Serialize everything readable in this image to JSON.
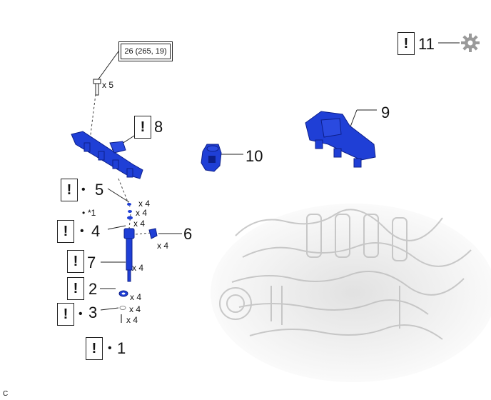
{
  "warning_symbol": "!",
  "torque_spec": "26 (265, 19)",
  "callouts": {
    "c1": "1",
    "c2": "2",
    "c3": "3",
    "c4": "4",
    "c5": "5",
    "c6": "6",
    "c7": "7",
    "c8": "8",
    "c9": "9",
    "c10": "10",
    "c11": "11"
  },
  "quantities": {
    "bolt": "x 5",
    "q5": "x 4",
    "q_star1": "x 4",
    "q4": "x 4",
    "q6": "x 4",
    "q7": "x 4",
    "q2": "x 4",
    "q3": "x 4",
    "q1": "x 4"
  },
  "star_note": "*1",
  "bullet": "•",
  "figure_code": "C",
  "colors": {
    "part_blue": "#1f3fd6",
    "part_dark": "#0c1f8a",
    "engine_gray": "#d6d6d6"
  },
  "icons": {
    "gear": "gear-icon"
  }
}
